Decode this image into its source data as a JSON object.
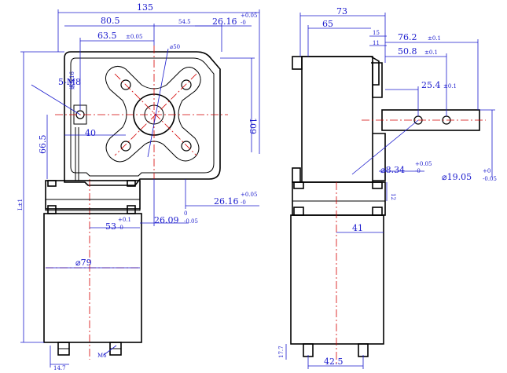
{
  "drawing": {
    "front_view": {
      "dims": {
        "width_total": "135",
        "width_805": "80.5",
        "width_545": "54.5",
        "width_635": "63.5",
        "tol_635": "±0.05",
        "width_2616_top": "26.16",
        "tol_2616_top_upper": "+0.05",
        "tol_2616_top_lower": "-0",
        "bore_dia": "⌀50",
        "screw_label": "5-M8",
        "screw_depth": "螺深16",
        "dim_40": "40",
        "height_665": "66.5",
        "height_109": "109",
        "height_L": "L±1",
        "dim_53": "53",
        "tol_53_upper": "+0.1",
        "tol_53_lower": "-0",
        "dim_2609": "26.09",
        "tol_2609_upper": "0",
        "tol_2609_lower": "-0.05",
        "width_2616_bottom": "26.16",
        "tol_2616_bottom_upper": "+0.05",
        "tol_2616_bottom_lower": "-0",
        "motor_dia": "⌀79",
        "bottom_147": "14.7",
        "m6_label": "M6"
      }
    },
    "side_view": {
      "dims": {
        "width_73": "73",
        "width_65": "65",
        "dim_15": "15",
        "dim_11": "11",
        "dim_762": "76.2",
        "tol_762": "±0.1",
        "dim_508": "50.8",
        "tol_508": "±0.1",
        "dim_254": "25.4",
        "tol_254": "±0.1",
        "shaft_834": "⌀8.34",
        "tol_834_upper": "+0.05",
        "tol_834_lower": "-0",
        "shaft_1905": "⌀19.05",
        "tol_1905_upper": "+0",
        "tol_1905_lower": "-0.05",
        "dim_12": "12",
        "dim_41": "41",
        "dim_425": "42.5",
        "dim_177": "17.7"
      }
    }
  }
}
